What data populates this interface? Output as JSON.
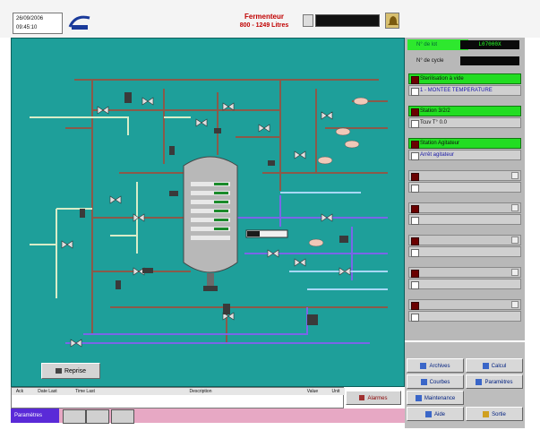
{
  "header": {
    "datetime_line1": "26/09/2006",
    "datetime_line2": "09:45:10",
    "title_line1": "Fermenteur",
    "title_line2": "800 - 1249 Litres"
  },
  "right_panel": {
    "lot_label": "N° de lot",
    "lot_value": "L07000X",
    "cycle_label": "N° de cycle",
    "cycle_value": "",
    "sequences": [
      {
        "top": "Sterilisation à vide",
        "bottom": "1 - MONTEE TEMPERATURE",
        "active": true
      },
      {
        "top": "Station 3/2/2",
        "bottom": "Tcuv T° 0.0",
        "active": true
      },
      {
        "top": "Station Agitateur",
        "bottom": "Arrêt agitateur",
        "active": true
      },
      {
        "top": "",
        "bottom": "",
        "active": false
      },
      {
        "top": "",
        "bottom": "",
        "active": false
      },
      {
        "top": "",
        "bottom": "",
        "active": false
      },
      {
        "top": "",
        "bottom": "",
        "active": false
      },
      {
        "top": "",
        "bottom": "",
        "active": false
      }
    ]
  },
  "buttons": {
    "archives": "Archives",
    "calcul": "Calcul",
    "courbes": "Courbes",
    "parametres": "Paramètres",
    "maintenance": "Maintenance",
    "aide": "Aide",
    "sortie": "Sortie",
    "reprise": "Reprise",
    "alarmes": "Alarmes"
  },
  "event_table": {
    "columns": [
      "Ack",
      "Date Last",
      "Time Last",
      "Description",
      "Value",
      "Unit"
    ]
  },
  "status_strip": {
    "label": "Paramètres"
  },
  "colors": {
    "synoptic_bg": "#1e9f9a",
    "pipe_brown": "#8a5a4a",
    "pipe_purple": "#7a66e8",
    "pipe_light": "#c8e8d8",
    "sequence_active": "#22dd22",
    "alarm_red": "#c00000"
  }
}
